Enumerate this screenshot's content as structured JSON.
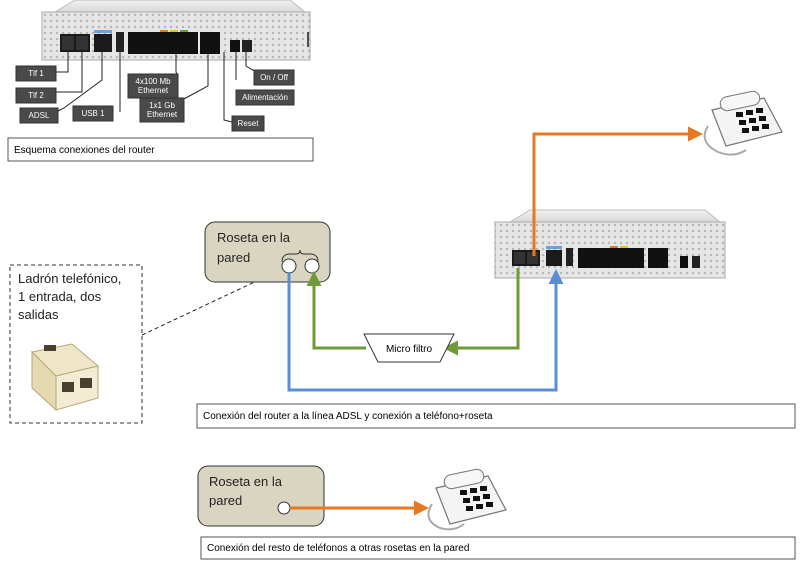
{
  "router_schema": {
    "labels": {
      "tlf1": "Tlf 1",
      "tlf2": "Tlf 2",
      "adsl": "ADSL",
      "usb1": "USB 1",
      "eth100_line1": "4x100 Mb",
      "eth100_line2": "Ethernet",
      "eth1g_line1": "1x1 Gb",
      "eth1g_line2": "Ethernet",
      "onoff": "On / Off",
      "power": "Alimentación",
      "reset": "Reset"
    },
    "caption": "Esquema conexiones del router"
  },
  "adsl_section": {
    "wall_socket_line1": "Roseta en la",
    "wall_socket_line2": "pared",
    "splitter_note_line1": "Ladrón telefónico,",
    "splitter_note_line2": "1 entrada, dos",
    "splitter_note_line3": "salidas",
    "filter_label": "Micro filtro",
    "caption": "Conexión del router a la línea ADSL y conexión a teléfono+roseta"
  },
  "other_phones_section": {
    "wall_socket_line1": "Roseta en la",
    "wall_socket_line2": "pared",
    "caption": "Conexión del resto de teléfonos a otras rosetas en la pared"
  },
  "colors": {
    "phone_line": "#e87722",
    "adsl_line": "#5b8fd4",
    "filter_line": "#6e9a3a"
  }
}
